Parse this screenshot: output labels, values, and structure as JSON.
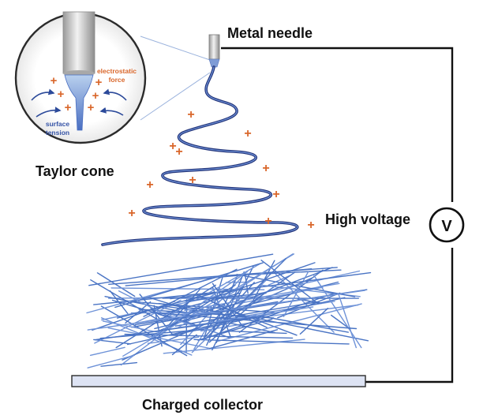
{
  "labels": {
    "needle": "Metal needle",
    "taylor": "Taylor cone",
    "voltage": "High voltage",
    "collector": "Charged collector",
    "voltmeter": "V",
    "electrostatic_line1": "electrostatic",
    "electrostatic_line2": "force",
    "surface_line1": "surface",
    "surface_line2": "tension"
  },
  "plus_sign": "+",
  "colors": {
    "jet": "#2b3f8c",
    "fiber": "#4a74c4",
    "charge": "#d9662a",
    "wire": "#111111",
    "collector_fill": "#dde3f3",
    "needle": "#a9a9a9"
  },
  "icons": [
    "voltmeter-icon",
    "needle-icon",
    "arrow-icon"
  ]
}
